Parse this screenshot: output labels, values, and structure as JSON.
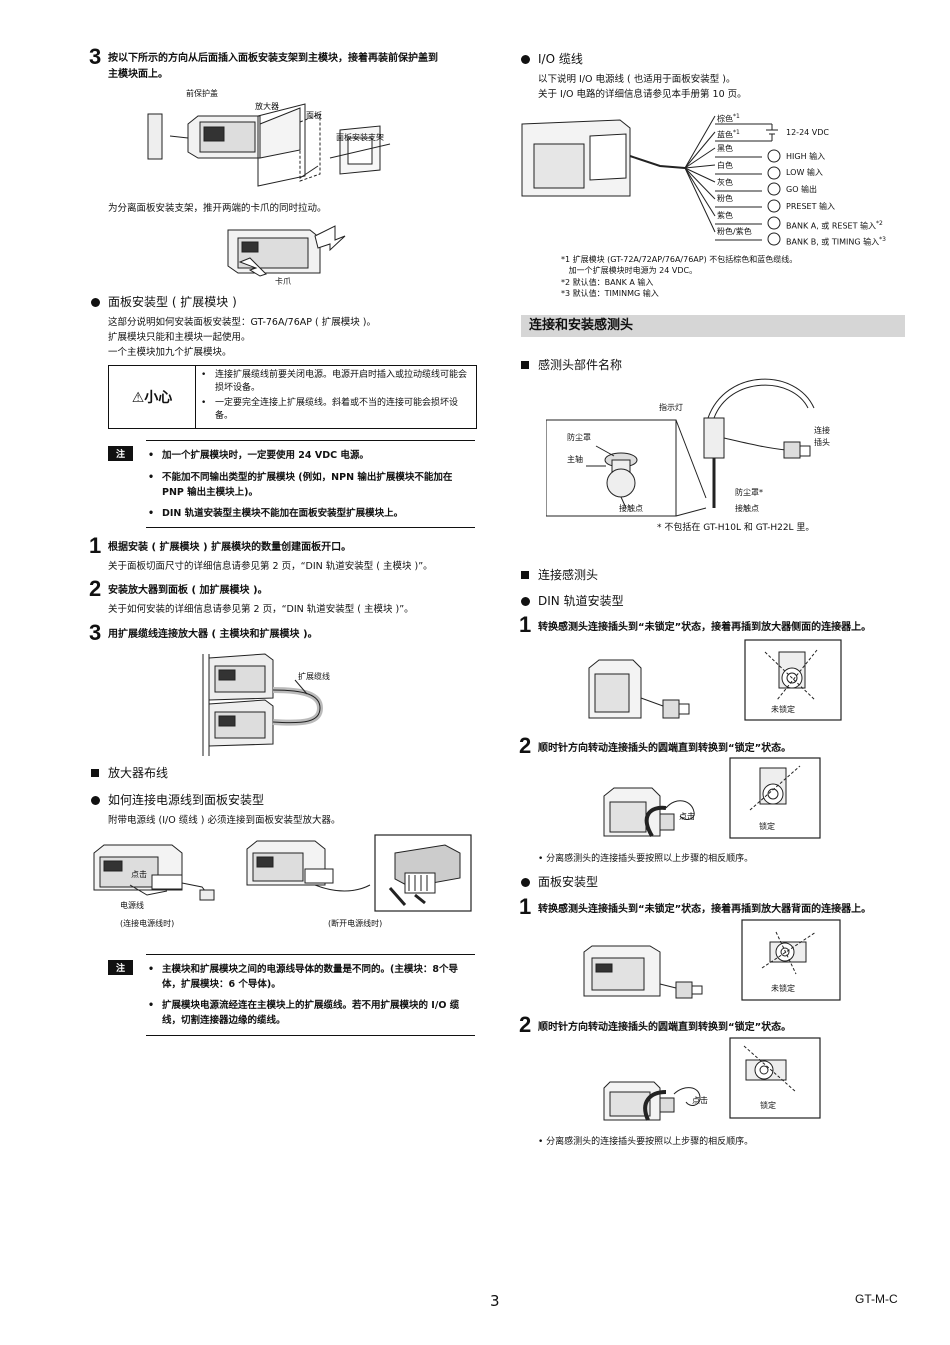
{
  "left": {
    "step3_top": {
      "num": "3",
      "text_line1": "按以下所示的方向从后面插入面板安装支架到主模块，接着再装前保护盖到",
      "text_line2": "主模块面上。",
      "fig_labels": {
        "front_cover": "前保护盖",
        "amplifier": "放大器",
        "panel": "面板",
        "bracket": "面板安装支架"
      },
      "remove_text": "为分离面板安装支架，推开两端的卡爪的同时拉动。",
      "claw_label": "卡爪"
    },
    "panel_ext": {
      "heading": "面板安装型 ( 扩展模块 )",
      "line1": "这部分说明如何安装面板安装型：GT-76A/76AP ( 扩展模块 )。",
      "line2": "扩展模块只能和主模块一起使用。",
      "line3": "一个主模块加九个扩展模块。",
      "caution_label": "⚠小心",
      "caution_items": [
        "连接扩展缆线前要关闭电源。电源开启时插入或拉动缆线可能会损坏设备。",
        "一定要完全连接上扩展缆线。斜着或不当的连接可能会损坏设备。"
      ],
      "note_tag": "注",
      "note_items": [
        "加一个扩展模块时，一定要使用 24 VDC 电源。",
        "不能加不同输出类型的扩展模块 (例如，NPN 输出扩展模块不能加在 PNP 输出主模块上)。",
        "DIN 轨道安装型主模块不能加在面板安装型扩展模块上。"
      ]
    },
    "steps": [
      {
        "num": "1",
        "text": "根据安装 ( 扩展模块 ) 扩展模块的数量创建面板开口。",
        "sub": "关于面板切面尺寸的详细信息请参见第 2 页，“DIN 轨道安装型 ( 主模块 )”。"
      },
      {
        "num": "2",
        "text": "安装放大器到面板 ( 加扩展模块 )。",
        "sub": "关于如何安装的详细信息请参见第 2 页，“DIN 轨道安装型 ( 主模块 )”。"
      },
      {
        "num": "3",
        "text": "用扩展缆线连接放大器 ( 主模块和扩展模块 )。",
        "sub": ""
      }
    ],
    "ext_cable_label": "扩展缆线",
    "amp_wiring": {
      "heading": "放大器布线",
      "sub_heading": "如何连接电源线到面板安装型",
      "desc": "附带电源线 (I/O 缆线 ) 必须连接到面板安装型放大器。",
      "click_label": "点击",
      "power_cable_label": "电源线",
      "caption_left": "(连接电源线时)",
      "caption_right": "(断开电源线时)"
    },
    "note2": {
      "tag": "注",
      "items": [
        "主模块和扩展模块之间的电源线导体的数量是不同的。(主模块：8个导体，扩展模块：6 个导体)。",
        "扩展模块电源流经连在主模块上的扩展缆线。若不用扩展模块的 I/O 缆线，切割连接器边缘的缆线。"
      ]
    }
  },
  "right": {
    "io": {
      "heading": "I/O 缆线",
      "line1": "以下说明 I/O 电源线 ( 也适用于面板安装型 )。",
      "line2": "关于 I/O 电路的详细信息请参见本手册第 10 页。",
      "wires": [
        {
          "color": "棕色",
          "sup": "*1",
          "func": ""
        },
        {
          "color": "蓝色",
          "sup": "*1",
          "func": "12-24 VDC"
        },
        {
          "color": "黑色",
          "sup": "",
          "func": "HIGH 输入"
        },
        {
          "color": "白色",
          "sup": "",
          "func": "LOW 输入"
        },
        {
          "color": "灰色",
          "sup": "",
          "func": "GO 输出"
        },
        {
          "color": "粉色",
          "sup": "",
          "func": "PRESET 输入"
        },
        {
          "color": "紫色",
          "sup": "",
          "func": "BANK A, 或 RESET 输入",
          "fsup": "*2"
        },
        {
          "color": "粉色/紫色",
          "sup": "",
          "func": "BANK B, 或 TIMING 输入",
          "fsup": "*3"
        }
      ],
      "footnotes": [
        "*1 扩展模块 (GT-72A/72AP/76A/76AP) 不包括棕色和蓝色缆线。",
        "   加一个扩展模块时电源为 24 VDC。",
        "*2 默认值：BANK A 输入",
        "*3 默认值：TIMINMG 输入"
      ]
    },
    "banner": "连接和安装感测头",
    "head_parts": {
      "heading": "感测头部件名称",
      "indicator": "指示灯",
      "dust_cover": "防尘罩",
      "spindle": "主轴",
      "contact": "接触点",
      "connector": "连接\n插头",
      "dust_cover2": "防尘罩*",
      "contact2": "接触点",
      "footnote": "* 不包括在 GT-H10L 和 GT-H22L 里。"
    },
    "connect": {
      "heading": "连接感测头",
      "din_heading": "DIN 轨道安装型",
      "din_step1": "转换感测头连接插头到“未锁定”状态，接着再插到放大器侧面的连接器上。",
      "unlocked": "未锁定",
      "din_step2": "顺时针方向转动连接插头的圆端直到转换到“锁定”状态。",
      "click": "点击",
      "locked": "锁定",
      "din_note": "分离感测头的连接插头要按照以上步骤的相反顺序。",
      "panel_heading": "面板安装型",
      "panel_step1": "转换感测头连接插头到“未锁定”状态，接着再插到放大器背面的连接器上。",
      "panel_step2": "顺时针方向转动连接插头的圆端直到转换到“锁定”状态。",
      "panel_note": "分离感测头的连接插头要按照以上步骤的相反顺序。"
    }
  },
  "footer": {
    "page": "3",
    "doc": "GT-M-C"
  }
}
